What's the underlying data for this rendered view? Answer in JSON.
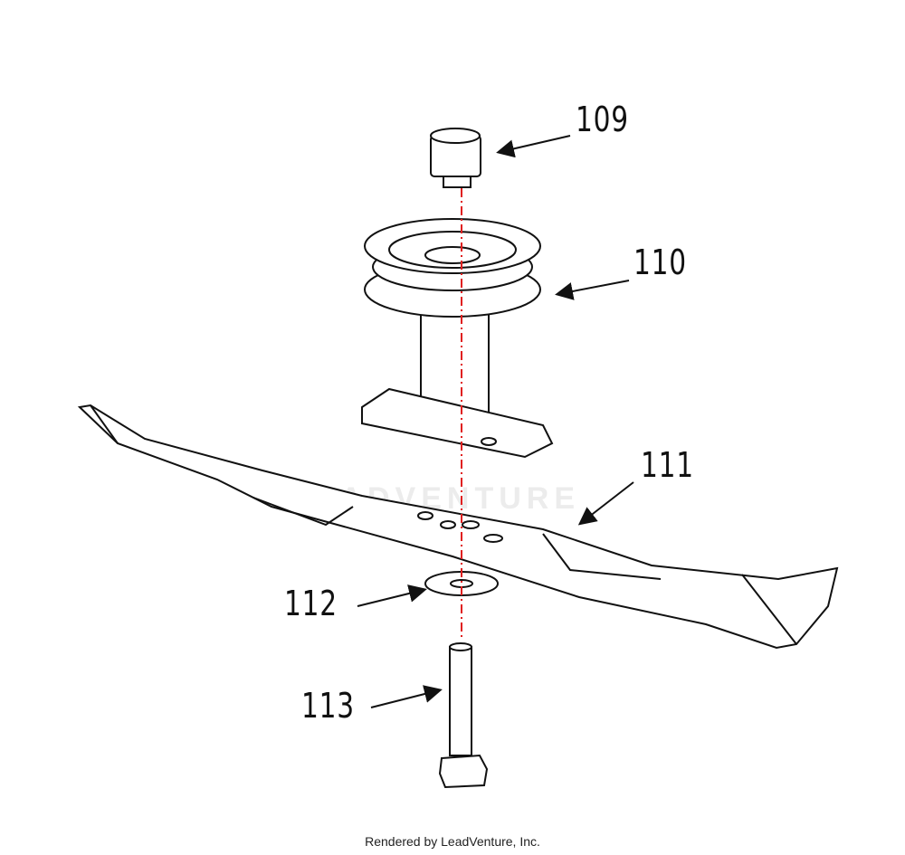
{
  "diagram": {
    "callouts": [
      {
        "id": "109",
        "label": "109"
      },
      {
        "id": "110",
        "label": "110"
      },
      {
        "id": "111",
        "label": "111"
      },
      {
        "id": "112",
        "label": "112"
      },
      {
        "id": "113",
        "label": "113"
      }
    ],
    "watermark": "LEADVENTURE",
    "centerline_color": "#e02020"
  },
  "footer": {
    "text": "Rendered by LeadVenture, Inc."
  }
}
